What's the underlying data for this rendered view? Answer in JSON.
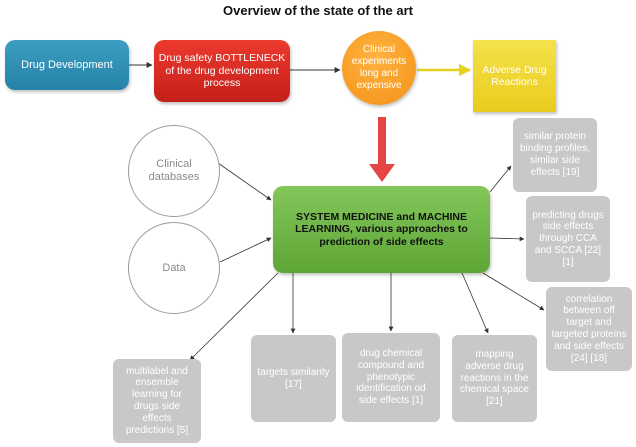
{
  "title": "Overview of the state of the art",
  "nodes": {
    "drug_development": "Drug Development",
    "bottleneck": "Drug safety BOTTLENECK\nof the drug development\nprocess",
    "clinical_experiments": "Clinical\nexperiments\nlong and\nexpensive",
    "adverse_reactions": "Adverse Drug\nReactions",
    "clinical_databases": "Clinical\ndatabases",
    "data": "Data",
    "center": "SYSTEM MEDICINE and MACHINE\nLEARNING, various approaches to\nprediction of side effects",
    "protein_binding": "similar protein\nbinding profiles,\nsimilar side\neffects [19]",
    "cca": "predicting drugs\nside effects\nthrough CCA\nand SCCA [22]\n[1]",
    "correlation": "correlation\nbetween off\ntarget and\ntargeted proteins\nand side effects\n[24] [18]",
    "targets_similarity": "targets similarity\n[17]",
    "chemical_compound": "drug chemical\ncompound and\nphenotypic\nidentification od\nside effects [1]",
    "mapping": "mapping\nadverse drug\nreactions in the\nchemical space\n[21]",
    "multilabel": "multilabel and\nensemble\nlearning for\ndrugs side\neffects\npredictions [5]"
  },
  "colors": {
    "blue": "#2f8fb6",
    "red": "#d8281f",
    "orange": "#f6a02b",
    "yellow": "#f0d833",
    "green": "#6db543",
    "grey": "#c8c8c8",
    "connector": "#333333",
    "red_arrow": "#e64545",
    "yellow_arrow": "#e8d21e"
  }
}
